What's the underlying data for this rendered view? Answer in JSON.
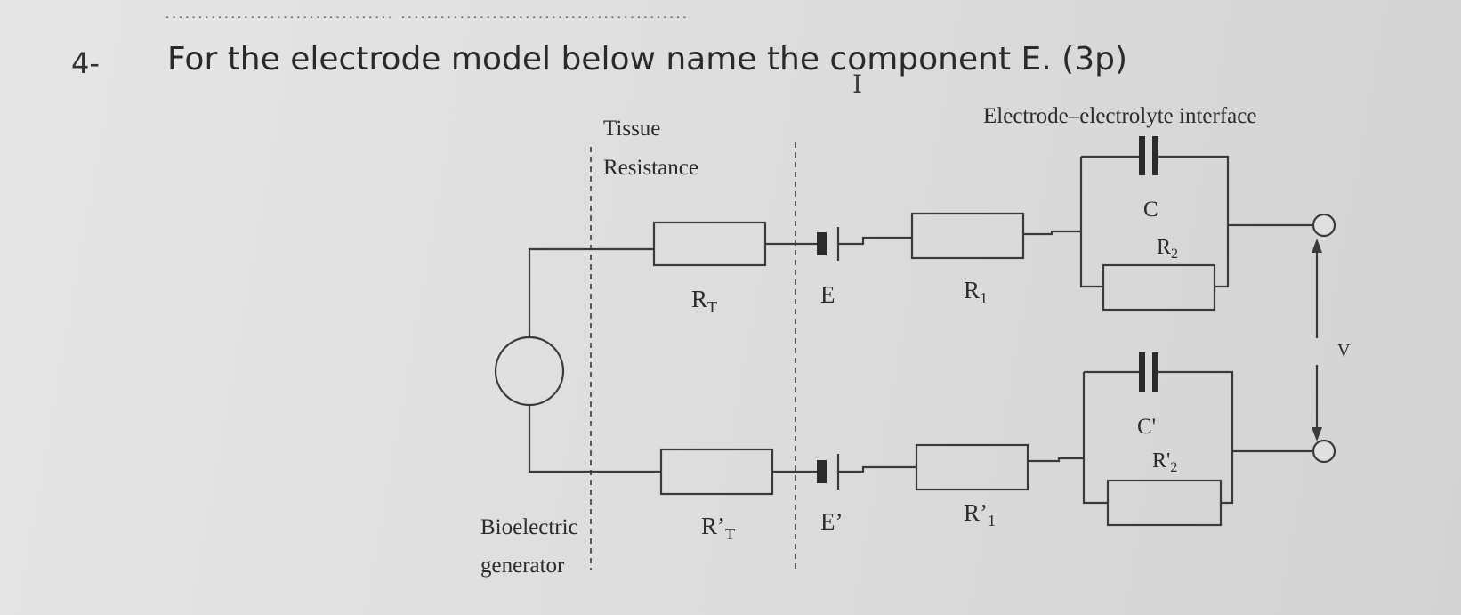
{
  "header": {
    "dots": ".................................., ............................................"
  },
  "question": {
    "number": "4-",
    "text": "For the electrode model below name the component E. (3p)"
  },
  "cursor_glyph": "I",
  "diagram": {
    "labels": {
      "tissue": "Tissue",
      "resistance": "Resistance",
      "interface": "Electrode–electrolyte interface",
      "bioelectric": "Bioelectric",
      "generator": "generator",
      "voltage": "V"
    },
    "components": {
      "RT": {
        "main": "R",
        "sub": "T"
      },
      "RpT": {
        "main": "R’",
        "sub": "T"
      },
      "E": "E",
      "Ep": "E’",
      "R1": {
        "main": "R",
        "sub": "1"
      },
      "Rp1": {
        "main": "R’",
        "sub": "1"
      },
      "C": "C",
      "Cp": "C'",
      "R2": {
        "main": "R",
        "sub": "2"
      },
      "Rp2": {
        "main": "R'",
        "sub": "2"
      }
    }
  }
}
